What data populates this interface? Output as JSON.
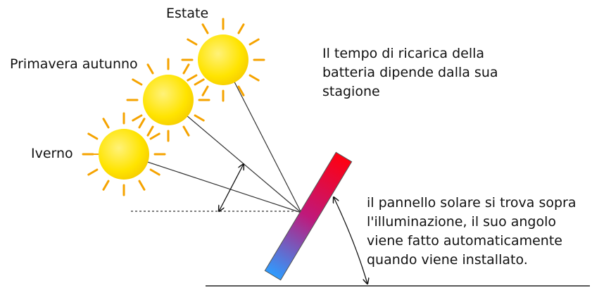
{
  "labels": {
    "summer": "Estate",
    "spring_autumn": "Primavera autunno",
    "winter": "Iverno"
  },
  "charging_note": [
    "Il tempo di ricarica della",
    "batteria dipende dalla sua",
    "stagione"
  ],
  "panel_note": [
    "il pannello solare si trova sopra",
    "l'illuminazione, il suo angolo",
    "viene fatto automaticamente",
    "quando viene installato."
  ],
  "colors": {
    "sun_fill": "#FFE800",
    "sun_rays": "#F5A300",
    "panel_top": "#FF0010",
    "panel_mid": "#C0187A",
    "panel_bottom": "#2E9CFF"
  }
}
